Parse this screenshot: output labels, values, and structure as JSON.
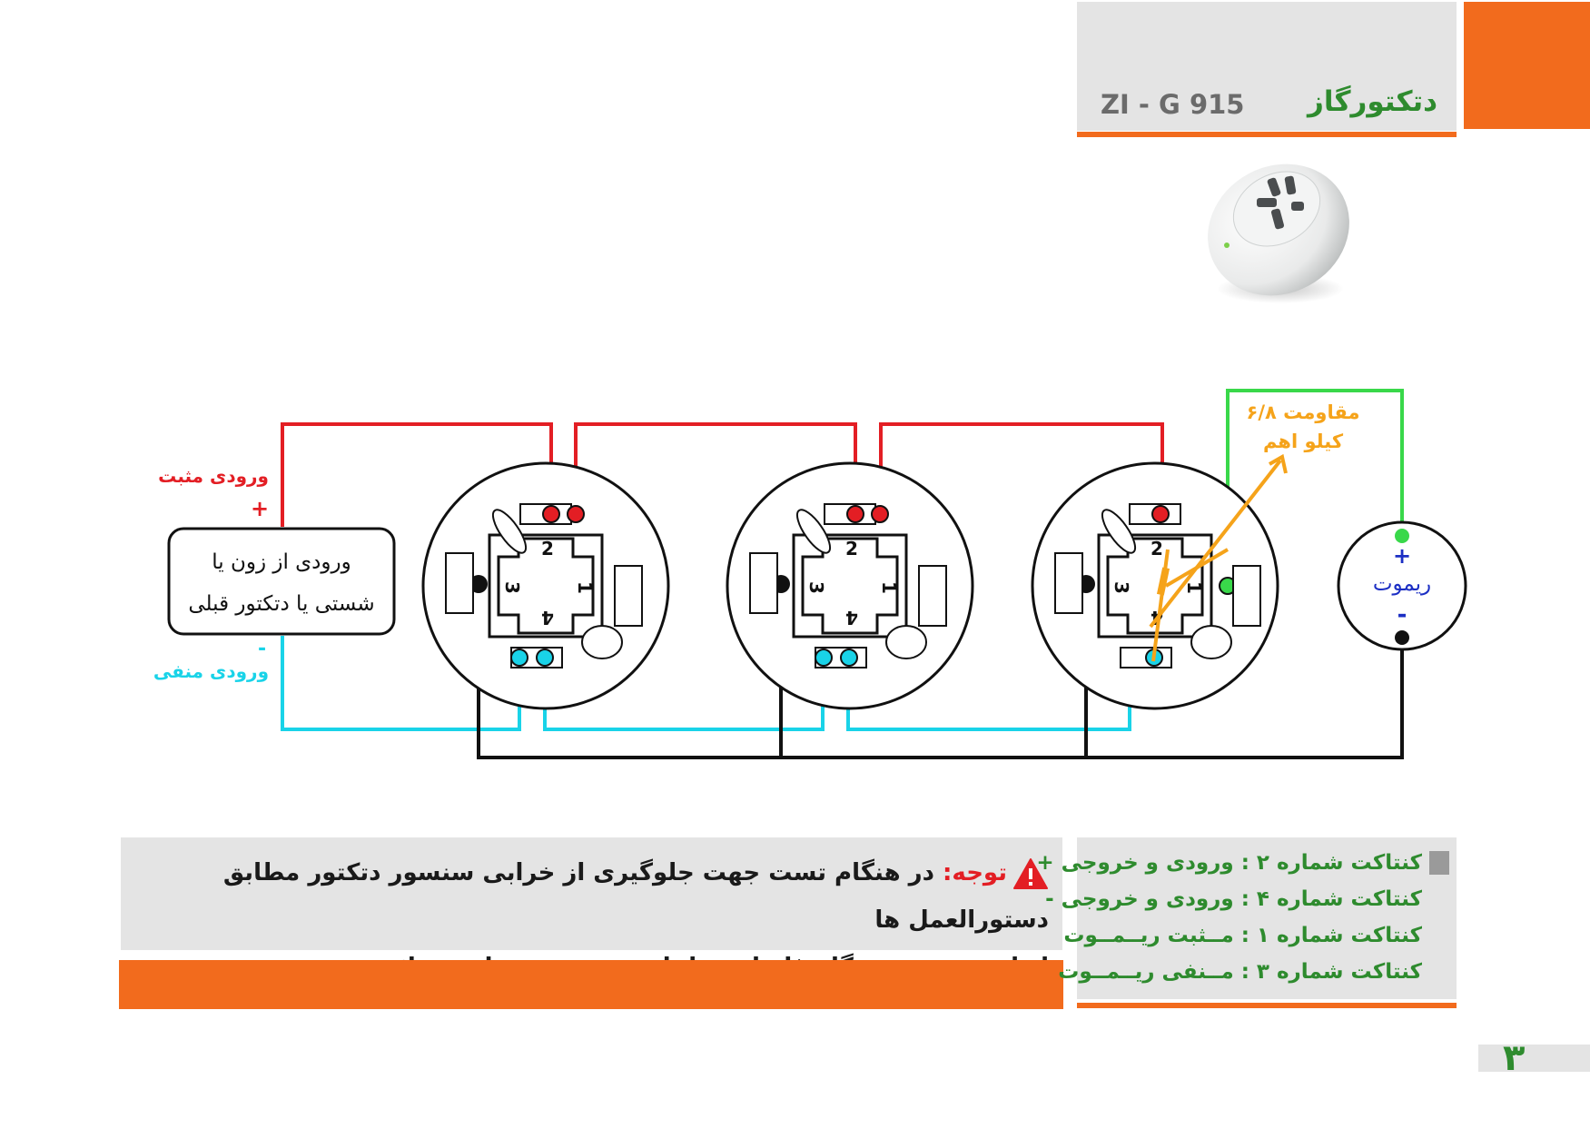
{
  "header": {
    "title": "دتکتورگاز",
    "model": "ZI - G 915"
  },
  "diagram": {
    "input_positive": "ورودی مثبت",
    "plus_sign": "+",
    "input_box_line1": "ورودی از زون یا",
    "input_box_line2": "شستی یا دتکتور قبلی",
    "minus_sign": "-",
    "input_negative": "ورودی منفی",
    "resistor_line1": "مقاومت ۶/۸",
    "resistor_line2": "کیلو اهم",
    "remote_plus": "+",
    "remote_label": "ریموت",
    "remote_minus": "-",
    "terminal_labels": [
      "2",
      "1",
      "3",
      "4"
    ]
  },
  "note": {
    "label": "توجه:",
    "line1": "در هنگام تست جهت جلوگیری از خرابی سنسور دتکتور مطابق دستورالعمل ها",
    "line2": "از اسپری نمودن گاز غلیظ به داخل سنسور خودداری نمائید."
  },
  "contacts": [
    "کنتاکت شماره ۲ : ورودی و خروجی +",
    "کنتاکت شماره ۴ : ورودی و خروجی -",
    "کنتاکت شماره ۱ : مــثبت ریــمــوت",
    "کنتاکت شماره ۳ : مــنفی ریــمــوت"
  ],
  "page_number": "۳",
  "colors": {
    "accent_orange": "#f26b1d",
    "title_green": "#2e8b2e",
    "wire_red": "#e31e24",
    "wire_cyan": "#19d3e8",
    "wire_green": "#39d84a",
    "wire_orange": "#f5a31a",
    "remote_blue": "#1c2fc4",
    "panel_gray": "#e4e4e4"
  }
}
